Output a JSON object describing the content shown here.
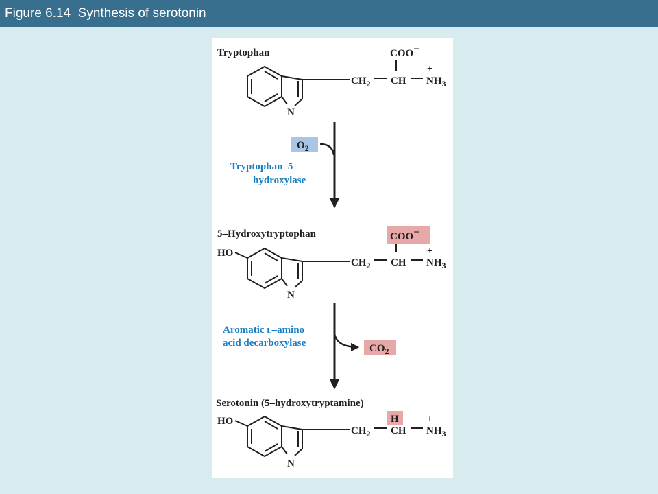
{
  "slide": {
    "title": "Figure 6.14  Synthesis of serotonin"
  },
  "colors": {
    "title_bar": "#386f8e",
    "slide_background": "#d8ecef",
    "enzyme_text": "#1a7fc2",
    "oxygen_box": "#a9c6e6",
    "highlight_box": "#e8a8a8"
  },
  "diagram": {
    "compounds": [
      {
        "name": "Tryptophan",
        "side_chain": {
          "ch2": "CH",
          "ch": "CH",
          "top_group": "COO",
          "top_charge": "−",
          "amine": "NH",
          "amine_charge": "+"
        },
        "ring_n": "N"
      },
      {
        "name": "5–Hydroxytryptophan",
        "substituent": "HO",
        "side_chain": {
          "ch2": "CH",
          "ch": "CH",
          "top_group": "COO",
          "top_charge": "−",
          "amine": "NH",
          "amine_charge": "+"
        },
        "ring_n": "N"
      },
      {
        "name": "Serotonin (5–hydroxytryptamine)",
        "substituent": "HO",
        "side_chain": {
          "ch2": "CH",
          "ch": "CH",
          "top_group": "H",
          "amine": "NH",
          "amine_charge": "+"
        },
        "ring_n": "N"
      }
    ],
    "subscripts": {
      "two": "2",
      "three": "3"
    },
    "steps": [
      {
        "enzyme_line1": "Tryptophan–5–",
        "enzyme_line2": "hydroxylase",
        "cosubstrate": "O",
        "cosubstrate_sub": "2"
      },
      {
        "enzyme_line1a": "Aromatic ",
        "enzyme_line1b": "L",
        "enzyme_line1c": "–amino",
        "enzyme_line2": "acid decarboxylase",
        "product": "CO",
        "product_sub": "2"
      }
    ]
  }
}
